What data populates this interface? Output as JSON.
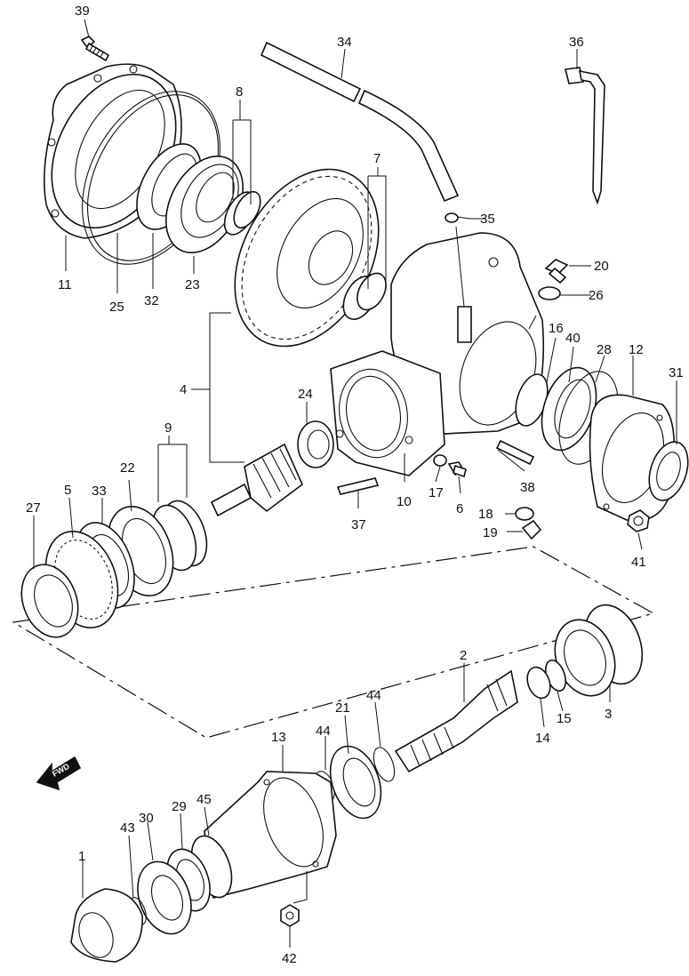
{
  "callouts": {
    "p1": "1",
    "p2": "2",
    "p3": "3",
    "p4": "4",
    "p5": "5",
    "p6": "6",
    "p7": "7",
    "p8": "8",
    "p9": "9",
    "p10": "10",
    "p11": "11",
    "p12": "12",
    "p13": "13",
    "p14": "14",
    "p15": "15",
    "p16": "16",
    "p17": "17",
    "p18": "18",
    "p19": "19",
    "p20": "20",
    "p21": "21",
    "p22": "22",
    "p23": "23",
    "p24": "24",
    "p25": "25",
    "p26": "26",
    "p27": "27",
    "p28": "28",
    "p29": "29",
    "p30": "30",
    "p31": "31",
    "p32": "32",
    "p33": "33",
    "p34": "34",
    "p35": "35",
    "p36": "36",
    "p37": "37",
    "p38": "38",
    "p39": "39",
    "p40": "40",
    "p41": "41",
    "p42": "42",
    "p43": "43",
    "p44a": "44",
    "p44b": "44",
    "p45": "45"
  },
  "fwd_indicator": {
    "text": "FWD",
    "icon": "direction-arrow-icon"
  }
}
